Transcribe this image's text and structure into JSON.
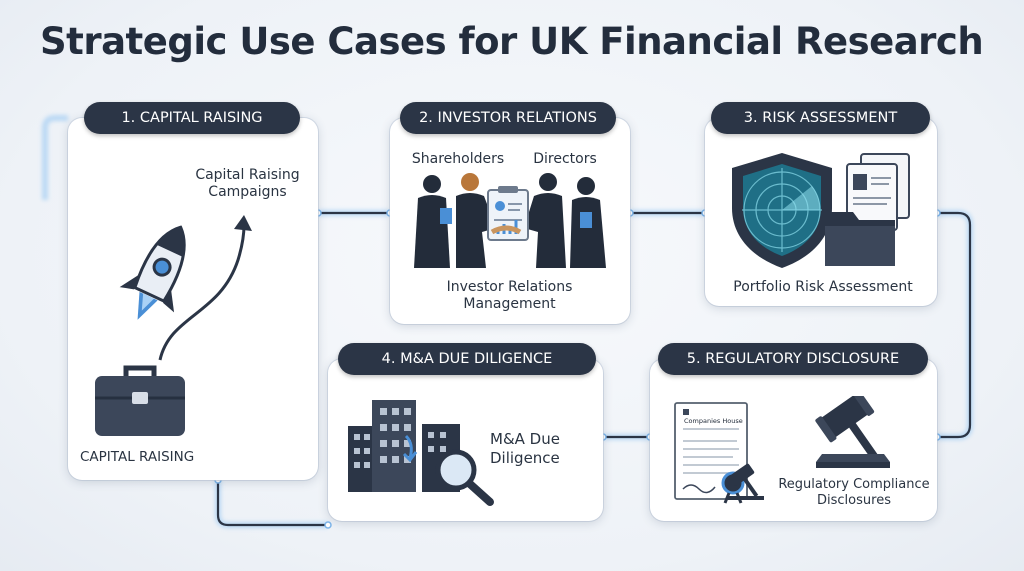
{
  "title": "Strategic Use Cases for UK Financial Research",
  "steps": [
    {
      "label": "1. CAPITAL RAISING",
      "text1": "Capital Raising Campaigns",
      "text2": "CAPITAL RAISING"
    },
    {
      "label": "2. INVESTOR RELATIONS",
      "shareholders": "Shareholders",
      "directors": "Directors",
      "text1": "Investor Relations Management"
    },
    {
      "label": "3. RISK ASSESSMENT",
      "text1": "Portfolio Risk Assessment"
    },
    {
      "label": "4. M&A DUE DILIGENCE",
      "text1": "M&A Due Diligence"
    },
    {
      "label": "5. REGULATORY DISCLOSURE",
      "doc_header": "Companies House",
      "text1": "Regulatory Compliance Disclosures"
    }
  ],
  "colors": {
    "dark": "#2b3546",
    "accent": "#4a8fd6",
    "background": "#eef2f7"
  },
  "icons": [
    "rocket-icon",
    "growth-arrow-icon",
    "briefcase-icon",
    "people-handshake-icon",
    "shield-radar-icon",
    "documents-icon",
    "buildings-icon",
    "magnifier-icon",
    "certificate-icon",
    "gavel-icon"
  ]
}
